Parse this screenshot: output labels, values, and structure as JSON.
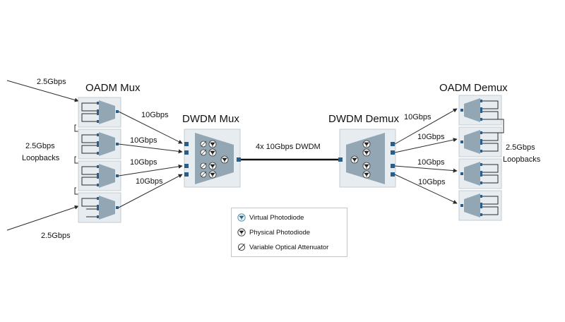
{
  "titles": {
    "oadm_mux": "OADM Mux",
    "dwdm_mux": "DWDM Mux",
    "dwdm_demux": "DWDM Demux",
    "oadm_demux": "OADM Demux"
  },
  "labels": {
    "top_left_rate": "2.5Gbps",
    "bottom_left_rate": "2.5Gbps",
    "left_loopback_rate": "2.5Gbps",
    "left_loopback_word": "Loopbacks",
    "right_loopback_rate": "2.5Gbps",
    "right_loopback_word": "Loopbacks",
    "mux_links": [
      "10Gbps",
      "10Gbps",
      "10Gbps",
      "10Gbps"
    ],
    "demux_links": [
      "10Gbps",
      "10Gbps",
      "10Gbps",
      "10Gbps"
    ],
    "trunk": "4x 10Gbps DWDM"
  },
  "legend": {
    "items": [
      {
        "icon": "virtual-photodiode-icon",
        "text": "Virtual Photodiode"
      },
      {
        "icon": "physical-photodiode-icon",
        "text": "Physical Photodiode"
      },
      {
        "icon": "variable-optical-attenuator-icon",
        "text": "Variable Optical Attenuator"
      }
    ]
  },
  "colors": {
    "box_fill": "#e6ecf0",
    "box_stroke": "#c3ccd2",
    "trapezoid": "#93a6b4",
    "port": "#2a5d87",
    "line": "#2b2b2b"
  }
}
